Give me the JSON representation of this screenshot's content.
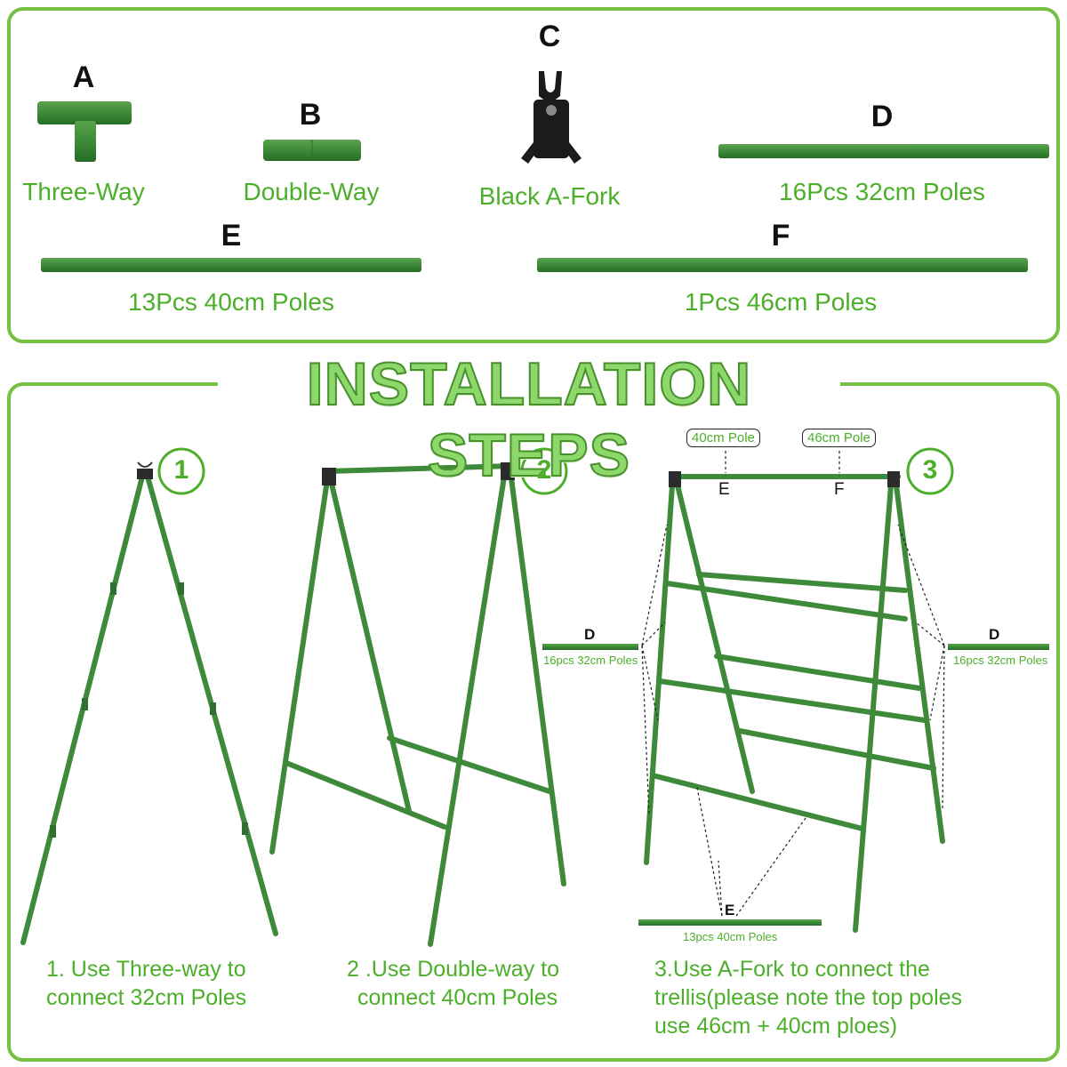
{
  "parts": [
    {
      "letter": "A",
      "label": "Three-Way"
    },
    {
      "letter": "B",
      "label": "Double-Way"
    },
    {
      "letter": "C",
      "label": "Black A-Fork"
    },
    {
      "letter": "D",
      "label": "16Pcs 32cm Poles"
    },
    {
      "letter": "E",
      "label": "13Pcs 40cm Poles"
    },
    {
      "letter": "F",
      "label": "1Pcs 46cm Poles"
    }
  ],
  "heading": "INSTALLATION STEPS",
  "steps": [
    {
      "number": "1",
      "caption_lines": [
        "1. Use Three-way to",
        "connect 32cm Poles"
      ]
    },
    {
      "number": "2",
      "caption_lines": [
        "2 .Use Double-way to",
        "connect 40cm Poles"
      ]
    },
    {
      "number": "3",
      "caption_lines": [
        "3.Use A-Fork to connect the",
        "trellis(please note the top poles",
        "use 46cm + 40cm ploes)"
      ]
    }
  ],
  "diagram": {
    "tag_40": "40cm Pole",
    "tag_46": "46cm Pole",
    "mark_e": "E",
    "mark_f": "F",
    "left_letter": "D",
    "left_label": "16pcs 32cm Poles",
    "right_letter": "D",
    "right_label": "16pcs 32cm Poles",
    "bottom_letter": "E",
    "bottom_label": "13pcs 40cm Poles"
  },
  "colors": {
    "accent": "#76c043",
    "text_green": "#4caf2a",
    "pole": "#3f8a3a",
    "fork": "#1b1b1b"
  }
}
